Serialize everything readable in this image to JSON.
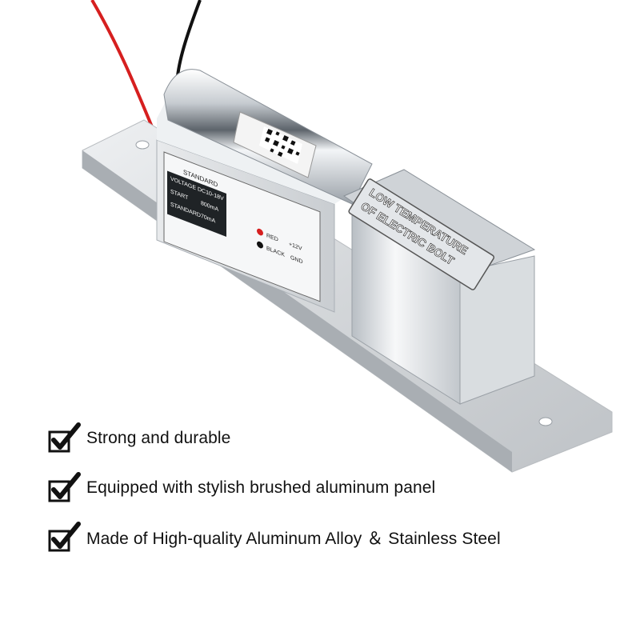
{
  "product": {
    "label_header": "STANDARD",
    "label_rows": [
      [
        "VOLTAGE",
        "DC10-18V"
      ],
      [
        "START",
        "800mA"
      ],
      [
        "STANDARD",
        "70mA"
      ]
    ],
    "wire_red": "RED",
    "wire_black": "BLACK",
    "wire_red_value": "+12V",
    "wire_black_value": "GND",
    "plate_line1": "LOW TEMPERATURE",
    "plate_line2": "OF ELECTRIC BOLT"
  },
  "features": [
    "Strong and durable",
    "Equipped with stylish brushed aluminum panel",
    "Made of High-quality Aluminum Alloy ＆ Stainless Steel"
  ],
  "colors": {
    "wire_red": "#d61f1f",
    "wire_black": "#111111",
    "metal": "#d9dcdf"
  }
}
